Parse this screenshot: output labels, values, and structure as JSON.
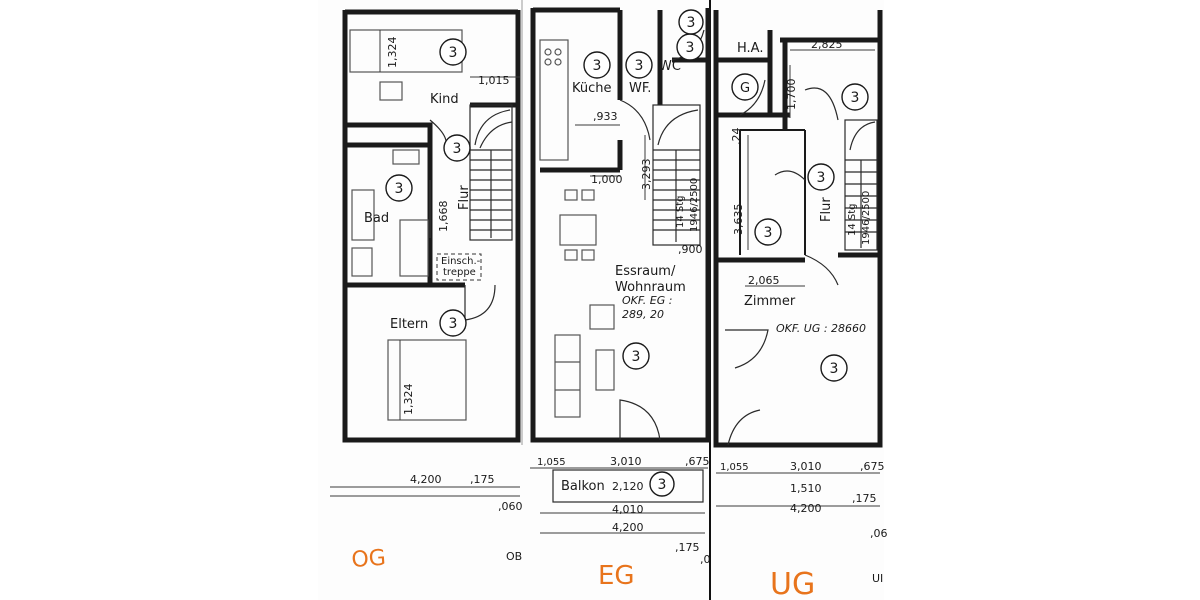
{
  "floors": {
    "og": {
      "label": "OG",
      "rooms": {
        "kind": "Kind",
        "bad": "Bad",
        "flur": "Flur",
        "eltern": "Eltern",
        "einschub": [
          "Einsch.-",
          "treppe"
        ]
      },
      "dims": {
        "top_depth": "1,324",
        "kind_w": "1,015",
        "flur_len": "1,668",
        "eltern_depth": "1,324",
        "bottom_w": "4,200",
        "bottom_small": ",175",
        "bottom_b": ",060",
        "ob": "OB"
      }
    },
    "eg": {
      "label": "EG",
      "rooms": {
        "kueche": "Küche",
        "wf": "WF.",
        "wc": "WC",
        "ess": [
          "Essraum/",
          "Wohnraum"
        ],
        "balkon": "Balkon",
        "okf": [
          "OKF. EG :",
          "289, 20"
        ]
      },
      "dims": {
        "kueche_w": ",933",
        "door": "1,000",
        "stair_len": "3,293",
        "stair_spec": [
          "14 Stg",
          "1946/2500"
        ],
        "stair_end": ",900",
        "top_left": "1,055",
        "top_mid": "3,010",
        "top_right": ",675",
        "balkon_w": "2,120",
        "total_a": "4,010",
        "total_b": "4,200",
        "extra": ",175",
        "edge": ",0"
      }
    },
    "ug": {
      "label": "UG",
      "rooms": {
        "ha": "H.A.",
        "g": "G",
        "flur": "Flur",
        "zimmer": "Zimmer",
        "okf": "OKF. UG : 28660"
      },
      "dims": {
        "top_w": "2,825",
        "ha_depth": "1,700",
        "hall_len": "3,635",
        "hall_short": ",24",
        "zimmer_w": "2,065",
        "stair_spec": [
          "14 Stg",
          "1946/2500"
        ],
        "bot_left": "1,055",
        "bot_mid": "3,010",
        "bot_right": ",675",
        "bot_b": "1,510",
        "bot_c": ",175",
        "bot_total": "4,200",
        "edge": ",06",
        "edge2": "UI"
      }
    }
  },
  "markers": [
    "3",
    "3",
    "3",
    "3",
    "3",
    "3",
    "3",
    "3",
    "3",
    "3",
    "3",
    "3",
    "3",
    "3",
    "3"
  ],
  "colors": {
    "floor_label": "#e8741c",
    "ink": "#1a1a1a",
    "paper": "#ffffff",
    "paper_edge": "#f2f2f2"
  }
}
